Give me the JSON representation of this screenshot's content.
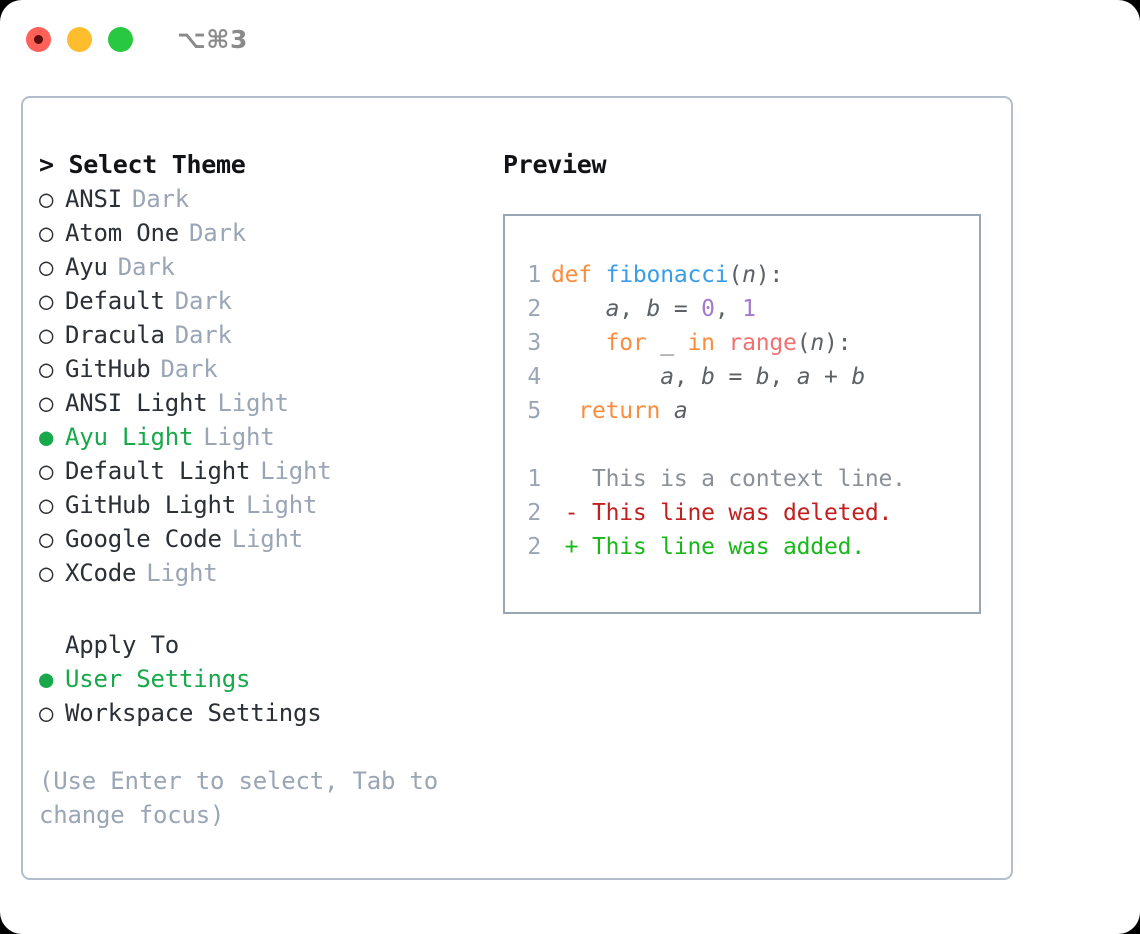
{
  "window": {
    "traffic_lights": [
      "close",
      "minimize",
      "maximize"
    ],
    "shortcut_label": "⌥⌘3"
  },
  "theme_picker": {
    "heading": "> Select Theme",
    "bullet_empty": "○",
    "bullet_filled": "●",
    "items": [
      {
        "name": "ANSI",
        "tag": "Dark",
        "selected": false
      },
      {
        "name": "Atom One",
        "tag": "Dark",
        "selected": false
      },
      {
        "name": "Ayu",
        "tag": "Dark",
        "selected": false
      },
      {
        "name": "Default",
        "tag": "Dark",
        "selected": false
      },
      {
        "name": "Dracula",
        "tag": "Dark",
        "selected": false
      },
      {
        "name": "GitHub",
        "tag": "Dark",
        "selected": false
      },
      {
        "name": "ANSI Light",
        "tag": "Light",
        "selected": false
      },
      {
        "name": "Ayu Light",
        "tag": "Light",
        "selected": true
      },
      {
        "name": "Default Light",
        "tag": "Light",
        "selected": false
      },
      {
        "name": "GitHub Light",
        "tag": "Light",
        "selected": false
      },
      {
        "name": "Google Code",
        "tag": "Light",
        "selected": false
      },
      {
        "name": "XCode",
        "tag": "Light",
        "selected": false
      }
    ]
  },
  "apply_to": {
    "heading": "Apply To",
    "items": [
      {
        "name": "User Settings",
        "selected": true
      },
      {
        "name": "Workspace Settings",
        "selected": false
      }
    ]
  },
  "hint": "(Use Enter to select, Tab to change focus)",
  "preview": {
    "title": "Preview",
    "code_lines": [
      {
        "num": "1",
        "indent": "",
        "tokens": [
          {
            "t": "def",
            "k": "kw"
          },
          {
            "t": " ",
            "k": "pun"
          },
          {
            "t": "fibonacci",
            "k": "fn"
          },
          {
            "t": "(",
            "k": "pun"
          },
          {
            "t": "n",
            "k": "var"
          },
          {
            "t": "):",
            "k": "pun"
          }
        ]
      },
      {
        "num": "2",
        "indent": "    ",
        "tokens": [
          {
            "t": "a",
            "k": "var"
          },
          {
            "t": ", ",
            "k": "pun"
          },
          {
            "t": "b",
            "k": "var"
          },
          {
            "t": " = ",
            "k": "pun"
          },
          {
            "t": "0",
            "k": "num"
          },
          {
            "t": ", ",
            "k": "pun"
          },
          {
            "t": "1",
            "k": "num"
          }
        ]
      },
      {
        "num": "3",
        "indent": "    ",
        "tokens": [
          {
            "t": "for",
            "k": "kw"
          },
          {
            "t": " _ ",
            "k": "pun"
          },
          {
            "t": "in",
            "k": "kw"
          },
          {
            "t": " ",
            "k": "pun"
          },
          {
            "t": "range",
            "k": "call"
          },
          {
            "t": "(",
            "k": "pun"
          },
          {
            "t": "n",
            "k": "var"
          },
          {
            "t": "):",
            "k": "pun"
          }
        ]
      },
      {
        "num": "4",
        "indent": "        ",
        "tokens": [
          {
            "t": "a",
            "k": "var"
          },
          {
            "t": ", ",
            "k": "pun"
          },
          {
            "t": "b",
            "k": "var"
          },
          {
            "t": " = ",
            "k": "pun"
          },
          {
            "t": "b",
            "k": "var"
          },
          {
            "t": ", ",
            "k": "pun"
          },
          {
            "t": "a",
            "k": "var"
          },
          {
            "t": " + ",
            "k": "pun"
          },
          {
            "t": "b",
            "k": "var"
          }
        ]
      },
      {
        "num": "5",
        "indent": "  ",
        "tokens": [
          {
            "t": "return",
            "k": "kw"
          },
          {
            "t": " ",
            "k": "pun"
          },
          {
            "t": "a",
            "k": "var"
          }
        ]
      }
    ],
    "diff_lines": [
      {
        "num": "1",
        "marker": "  ",
        "text": "This is a context line.",
        "kind": "ctx"
      },
      {
        "num": "2",
        "marker": "- ",
        "text": "This line was deleted.",
        "kind": "del"
      },
      {
        "num": "2",
        "marker": "+ ",
        "text": "This line was added.",
        "kind": "add"
      }
    ]
  },
  "colors": {
    "accent_green": "#18a94b",
    "muted": "#9aa5b5",
    "border": "#b4bdcb",
    "keyword": "#fa8d3e",
    "function": "#399ee6",
    "number": "#a37acc",
    "call": "#f07171",
    "variable": "#5c6166",
    "diff_deleted": "#c21f1f",
    "diff_added": "#18b818",
    "diff_context": "#8a8f98"
  }
}
